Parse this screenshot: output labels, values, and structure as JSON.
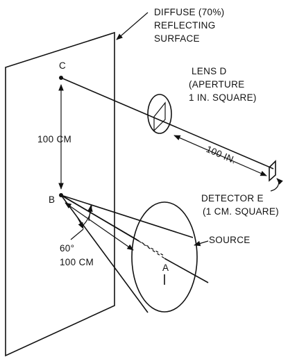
{
  "labels": {
    "surface_line1": "DIFFUSE (70%)",
    "surface_line2": "REFLECTING",
    "surface_line3": "SURFACE",
    "point_c": "C",
    "lens_line1": "LENS D",
    "lens_line2": "(APERTURE",
    "lens_line3": "1 IN. SQUARE)",
    "distance_vertical": "100 CM",
    "distance_lens": "100 IN.",
    "detector_line1": "DETECTOR E",
    "detector_line2": "(1 CM. SQUARE)",
    "point_b": "B",
    "source": "SOURCE",
    "angle": "60°",
    "distance_source": "100 CM",
    "point_a": "A"
  },
  "colors": {
    "ink": "#111111",
    "background": "#ffffff"
  }
}
